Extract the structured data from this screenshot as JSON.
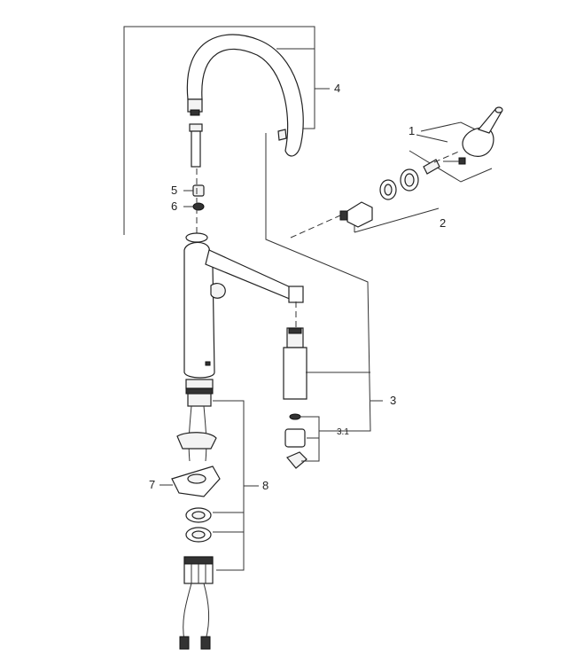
{
  "labels": {
    "p1": "1",
    "p2": "2",
    "p3": "3",
    "p3_1": "3.1",
    "p4": "4",
    "p5": "5",
    "p6": "6",
    "p7": "7",
    "p8": "8"
  },
  "colors": {
    "line": "#333333",
    "part_fill": "#f3f3f3",
    "dark": "#333333"
  }
}
